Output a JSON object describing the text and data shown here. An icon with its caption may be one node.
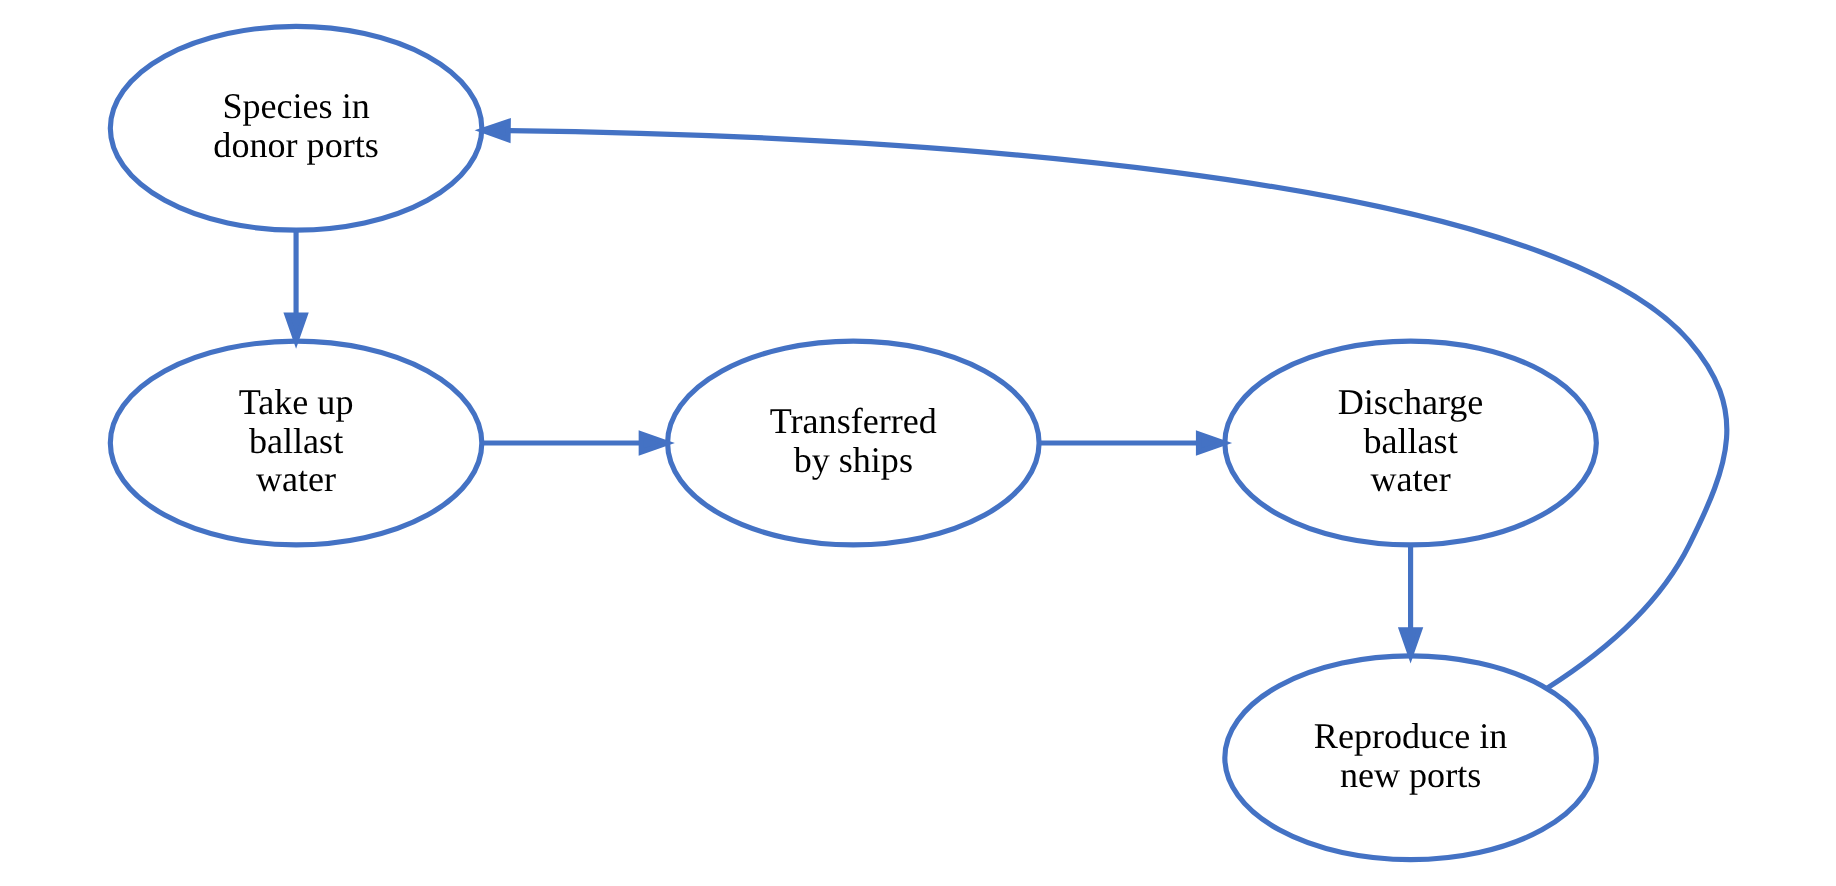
{
  "diagram": {
    "nodes": [
      {
        "text": [
          "Species in donor ports"
        ]
      },
      {
        "text": [
          "Take up ballast water"
        ]
      },
      {
        "text": [
          "Transferred by ships"
        ]
      },
      {
        "text": [
          "Discharge ballast water"
        ]
      },
      {
        "text": [
          "Reproduce in new ports"
        ]
      }
    ],
    "edges": [
      {
        "from": 0,
        "to": 1,
        "arrow": "to"
      },
      {
        "from": 1,
        "to": 2,
        "arrow": "to"
      },
      {
        "from": 2,
        "to": 3,
        "arrow": "to"
      },
      {
        "from": 3,
        "to": 4,
        "arrow": "to"
      },
      {
        "from": 4,
        "to": 0,
        "arrow": "to"
      }
    ]
  }
}
